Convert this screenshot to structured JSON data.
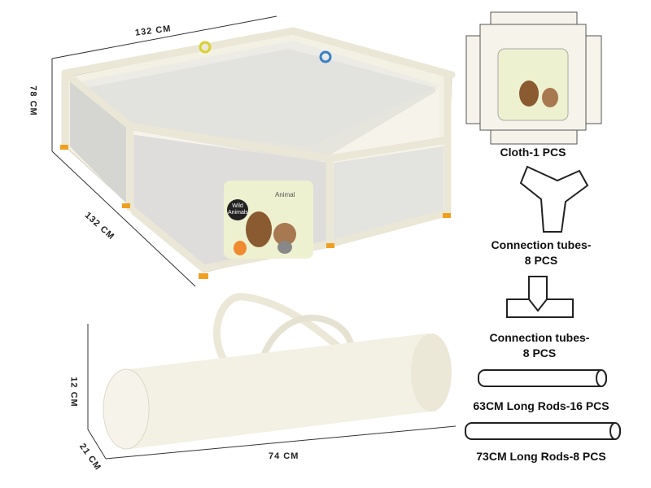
{
  "dimensions": {
    "playpen_width": "132 CM",
    "playpen_height": "78 CM",
    "playpen_depth": "132 CM",
    "bag_height": "12 CM",
    "bag_depth": "21 CM",
    "bag_length": "74 CM"
  },
  "panel": {
    "badge": "Wild Animals",
    "title": "Animal"
  },
  "parts": [
    {
      "label": "Cloth-1 PCS"
    },
    {
      "label": "Connection tubes-8 PCS"
    },
    {
      "label": "Connection tubes-8 PCS"
    },
    {
      "label": "63CM Long Rods-16 PCS"
    },
    {
      "label": "73CM Long Rods-8 PCS"
    }
  ],
  "colors": {
    "frame": "#f3f0e4",
    "mesh": "#e2e2e0",
    "feet": "#f0a020",
    "panel_bg": "#eef1d0"
  }
}
